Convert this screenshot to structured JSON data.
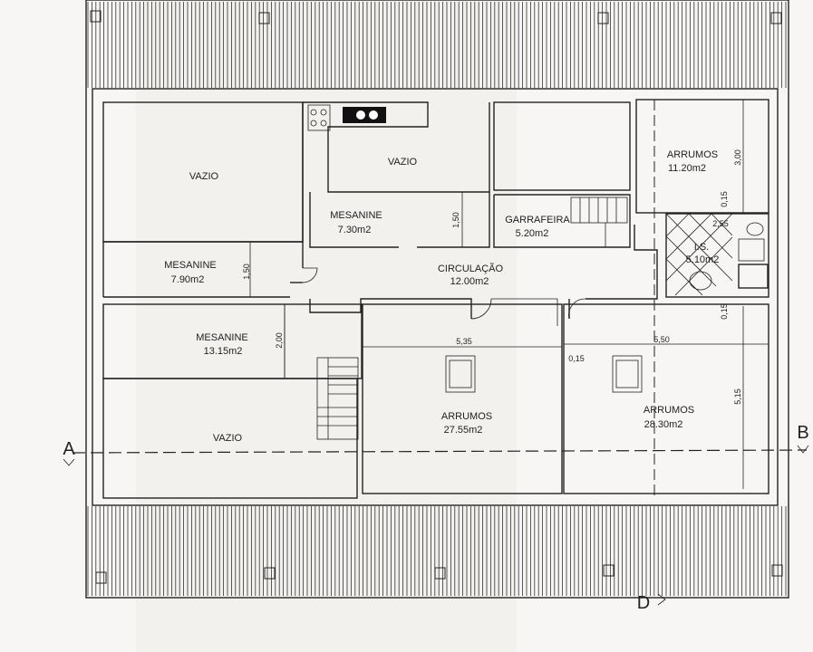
{
  "rooms": {
    "vazio_top_left": "VAZIO",
    "vazio_top_center": "VAZIO",
    "mezzanine_center_name": "MESANINE",
    "mezzanine_center_area": "7.30m2",
    "mezzanine_left_name": "MESANINE",
    "mezzanine_left_area": "7.90m2",
    "mezzanine_big_name": "MESANINE",
    "mezzanine_big_area": "13.15m2",
    "vazio_bottom_left": "VAZIO",
    "garrafeira_name": "GARRAFEIRA",
    "garrafeira_area": "5.20m2",
    "circulacao_name": "CIRCULAÇÃO",
    "circulacao_area": "12.00m2",
    "arrumos_top_right_name": "ARRUMOS",
    "arrumos_top_right_area": "11.20m2",
    "is_name": "I.S.",
    "is_area": "5.10m2",
    "arrumos_center_name": "ARRUMOS",
    "arrumos_center_area": "27.55m2",
    "arrumos_right_name": "ARRUMOS",
    "arrumos_right_area": "28.30m2"
  },
  "dimensions": {
    "d_150_left": "1,50",
    "d_150_center": "1,50",
    "d_200": "2,00",
    "d_535": "5,35",
    "d_550": "5,50",
    "d_015_a": "0,15",
    "d_015_b": "0,15",
    "d_015_c": "0,15",
    "d_515": "5,15",
    "d_300": "3,00",
    "d_255": "2,55"
  },
  "section_markers": {
    "a": "A",
    "b": "B",
    "d": "D"
  }
}
